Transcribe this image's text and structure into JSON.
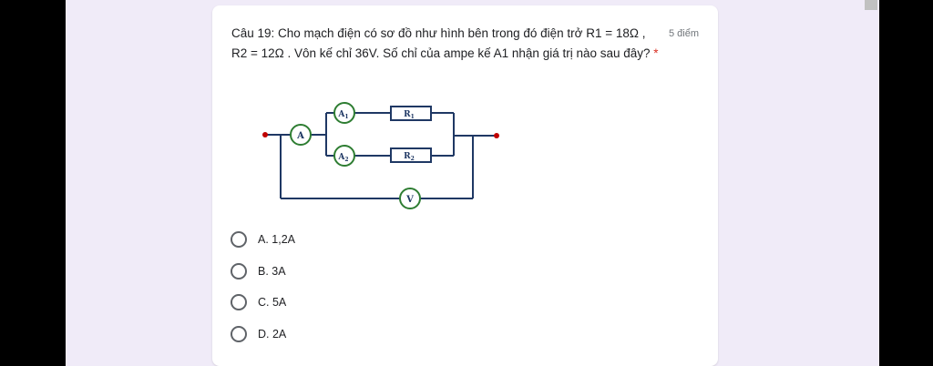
{
  "question": {
    "text": "Câu 19: Cho mạch điện có sơ đồ như hình bên trong đó điện trở R1 = 18Ω , R2 = 12Ω . Vôn kế chỉ 36V. Số chỉ của ampe kế A1 nhận giá trị nào sau đây?",
    "required_mark": "*",
    "points": "5 điểm"
  },
  "circuit": {
    "ammeter_main": "A",
    "ammeter_1": "A",
    "ammeter_1_sub": "1",
    "ammeter_2": "A",
    "ammeter_2_sub": "2",
    "resistor_1": "R",
    "resistor_1_sub": "1",
    "resistor_2": "R",
    "resistor_2_sub": "2",
    "voltmeter": "V",
    "wire_color": "#1f3864",
    "meter_color": "#2e7d32",
    "terminal_color": "#c00000"
  },
  "options": [
    {
      "label": "A. 1,2A"
    },
    {
      "label": "B. 3A"
    },
    {
      "label": "C. 5A"
    },
    {
      "label": "D. 2A"
    }
  ]
}
